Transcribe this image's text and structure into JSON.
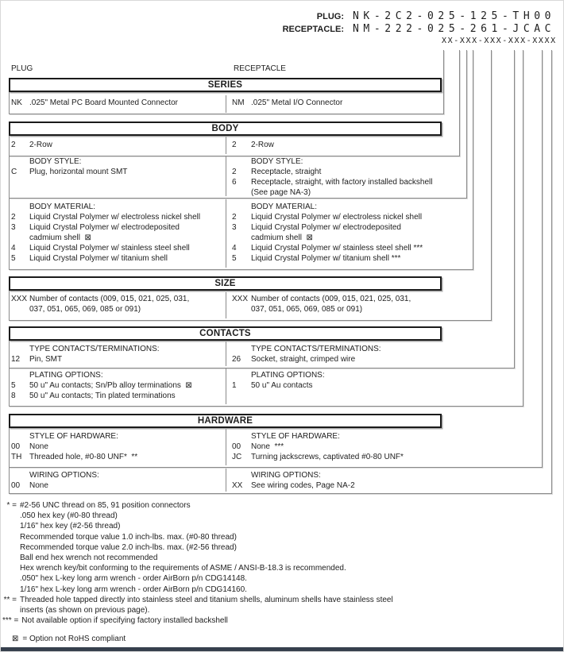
{
  "pn": {
    "plug_label": "PLUG:",
    "plug": "NK-2C2-025-125-TH00",
    "rec_label": "RECEPTACLE:",
    "rec": "NM-222-025-261-JCAC",
    "mask": "XX-XXX-XXX-XXX-XXXX"
  },
  "col_left": "PLUG",
  "col_right": "RECEPTACLE",
  "series": {
    "title": "SERIES",
    "l": {
      "code": "NK",
      "desc": ".025\" Metal PC Board Mounted Connector"
    },
    "r": {
      "code": "NM",
      "desc": ".025\" Metal I/O Connector"
    }
  },
  "body": {
    "title": "BODY",
    "row_l": {
      "code": "2",
      "desc": "2-Row"
    },
    "row_r": {
      "code": "2",
      "desc": "2-Row"
    },
    "style_head": "BODY STYLE:",
    "style_l": [
      {
        "code": "C",
        "desc": "Plug, horizontal mount SMT"
      }
    ],
    "style_r": [
      {
        "code": "2",
        "desc": "Receptacle, straight"
      },
      {
        "code": "6",
        "desc": "Receptacle, straight, with factory installed backshell"
      },
      {
        "code": "",
        "desc": "(See page NA-3)"
      }
    ],
    "mat_head": "BODY MATERIAL:",
    "mat_l": [
      {
        "code": "2",
        "desc": "Liquid Crystal Polymer w/ electroless nickel shell"
      },
      {
        "code": "3",
        "desc": "Liquid Crystal Polymer w/ electrodeposited"
      },
      {
        "code": "",
        "desc": "cadmium shell  ⊠"
      },
      {
        "code": "4",
        "desc": "Liquid Crystal Polymer w/ stainless steel shell"
      },
      {
        "code": "5",
        "desc": "Liquid Crystal Polymer w/ titanium shell"
      }
    ],
    "mat_r": [
      {
        "code": "2",
        "desc": "Liquid Crystal Polymer w/ electroless nickel shell"
      },
      {
        "code": "3",
        "desc": "Liquid Crystal Polymer w/ electrodeposited"
      },
      {
        "code": "",
        "desc": "cadmium shell  ⊠"
      },
      {
        "code": "4",
        "desc": "Liquid Crystal Polymer w/ stainless steel shell ***"
      },
      {
        "code": "5",
        "desc": "Liquid Crystal Polymer w/ titanium shell ***"
      }
    ]
  },
  "size": {
    "title": "SIZE",
    "l": [
      {
        "code": "XXX",
        "desc": "Number of contacts (009, 015, 021, 025, 031,"
      },
      {
        "code": "",
        "desc": "037, 051, 065, 069, 085 or 091)"
      }
    ],
    "r": [
      {
        "code": "XXX",
        "desc": "Number of contacts (009, 015, 021, 025, 031,"
      },
      {
        "code": "",
        "desc": "037, 051, 065, 069, 085 or 091)"
      }
    ]
  },
  "contacts": {
    "title": "CONTACTS",
    "type_head": "TYPE CONTACTS/TERMINATIONS:",
    "type_l": [
      {
        "code": "12",
        "desc": "Pin, SMT"
      }
    ],
    "type_r": [
      {
        "code": "26",
        "desc": "Socket, straight, crimped wire"
      }
    ],
    "plating_head": "PLATING OPTIONS:",
    "plating_l": [
      {
        "code": "5",
        "desc": "50 u\" Au contacts; Sn/Pb alloy terminations  ⊠"
      },
      {
        "code": "8",
        "desc": "50 u\" Au contacts; Tin plated terminations"
      }
    ],
    "plating_r": [
      {
        "code": "1",
        "desc": "50 u\" Au contacts"
      }
    ]
  },
  "hardware": {
    "title": "HARDWARE",
    "style_head": "STYLE OF HARDWARE:",
    "style_l": [
      {
        "code": "00",
        "desc": "None"
      },
      {
        "code": "TH",
        "desc": "Threaded hole, #0-80 UNF*  **"
      }
    ],
    "style_r": [
      {
        "code": "00",
        "desc": "None  ***"
      },
      {
        "code": "JC",
        "desc": "Turning jackscrews, captivated #0-80 UNF*"
      }
    ],
    "wiring_head": "WIRING OPTIONS:",
    "wiring_l": [
      {
        "code": "00",
        "desc": "None"
      }
    ],
    "wiring_r": [
      {
        "code": "XX",
        "desc": "See wiring codes, Page NA-2"
      }
    ]
  },
  "footnotes": [
    {
      "m": "* =",
      "t": "#2-56 UNC thread on 85, 91 position connectors"
    },
    {
      "m": "",
      "t": ".050 hex key (#0-80 thread)"
    },
    {
      "m": "",
      "t": "1/16\" hex key (#2-56 thread)"
    },
    {
      "m": "",
      "t": "Recommended torque value 1.0 inch-lbs. max. (#0-80 thread)"
    },
    {
      "m": "",
      "t": "Recommended torque value 2.0 inch-lbs. max. (#2-56 thread)"
    },
    {
      "m": "",
      "t": "Ball end hex wrench not recommended"
    },
    {
      "m": "",
      "t": "Hex wrench key/bit conforming to the requirements of ASME / ANSI-B-18.3 is recommended."
    },
    {
      "m": "",
      "t": ".050\" hex L-key long arm wrench - order AirBorn p/n CDG14148."
    },
    {
      "m": "",
      "t": "1/16\" hex L-key long arm wrench - order AirBorn p/n CDG14160."
    },
    {
      "m": "** =",
      "t": "Threaded hole tapped directly into stainless steel and titanium shells, aluminum shells have stainless steel"
    },
    {
      "m": "",
      "t": "inserts (as shown on previous page)."
    },
    {
      "m": "*** =",
      "t": "Not available option if specifying factory installed backshell"
    }
  ],
  "legend": {
    "symbol": "⊠",
    "text": "= Option not RoHS compliant"
  },
  "colors": {
    "bottom_bar": "#36404d",
    "line_gray": "#8a8a8a",
    "header_border": "#1b1b1b"
  }
}
